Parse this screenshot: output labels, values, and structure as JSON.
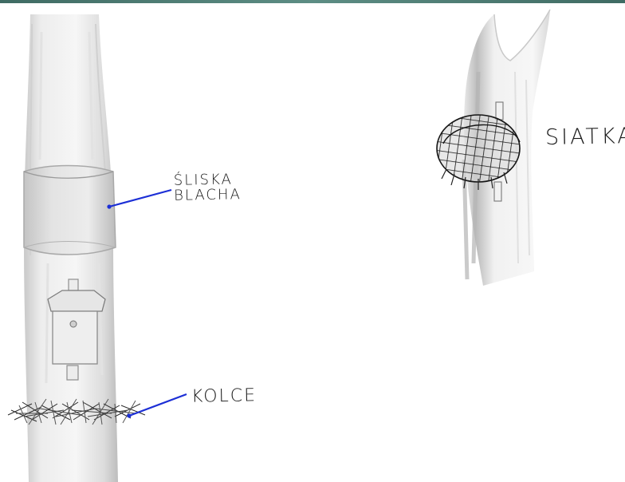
{
  "labels": {
    "sliska_blacha_line1": "ŚLISKA",
    "sliska_blacha_line2": "BLACHA",
    "kolce": "KOLCE",
    "siatka": "SIATKA"
  },
  "colors": {
    "pointer_line": "#1c2fd6",
    "header_bar": "#4e7d75",
    "sketch_ink": "#1b1b1b"
  }
}
